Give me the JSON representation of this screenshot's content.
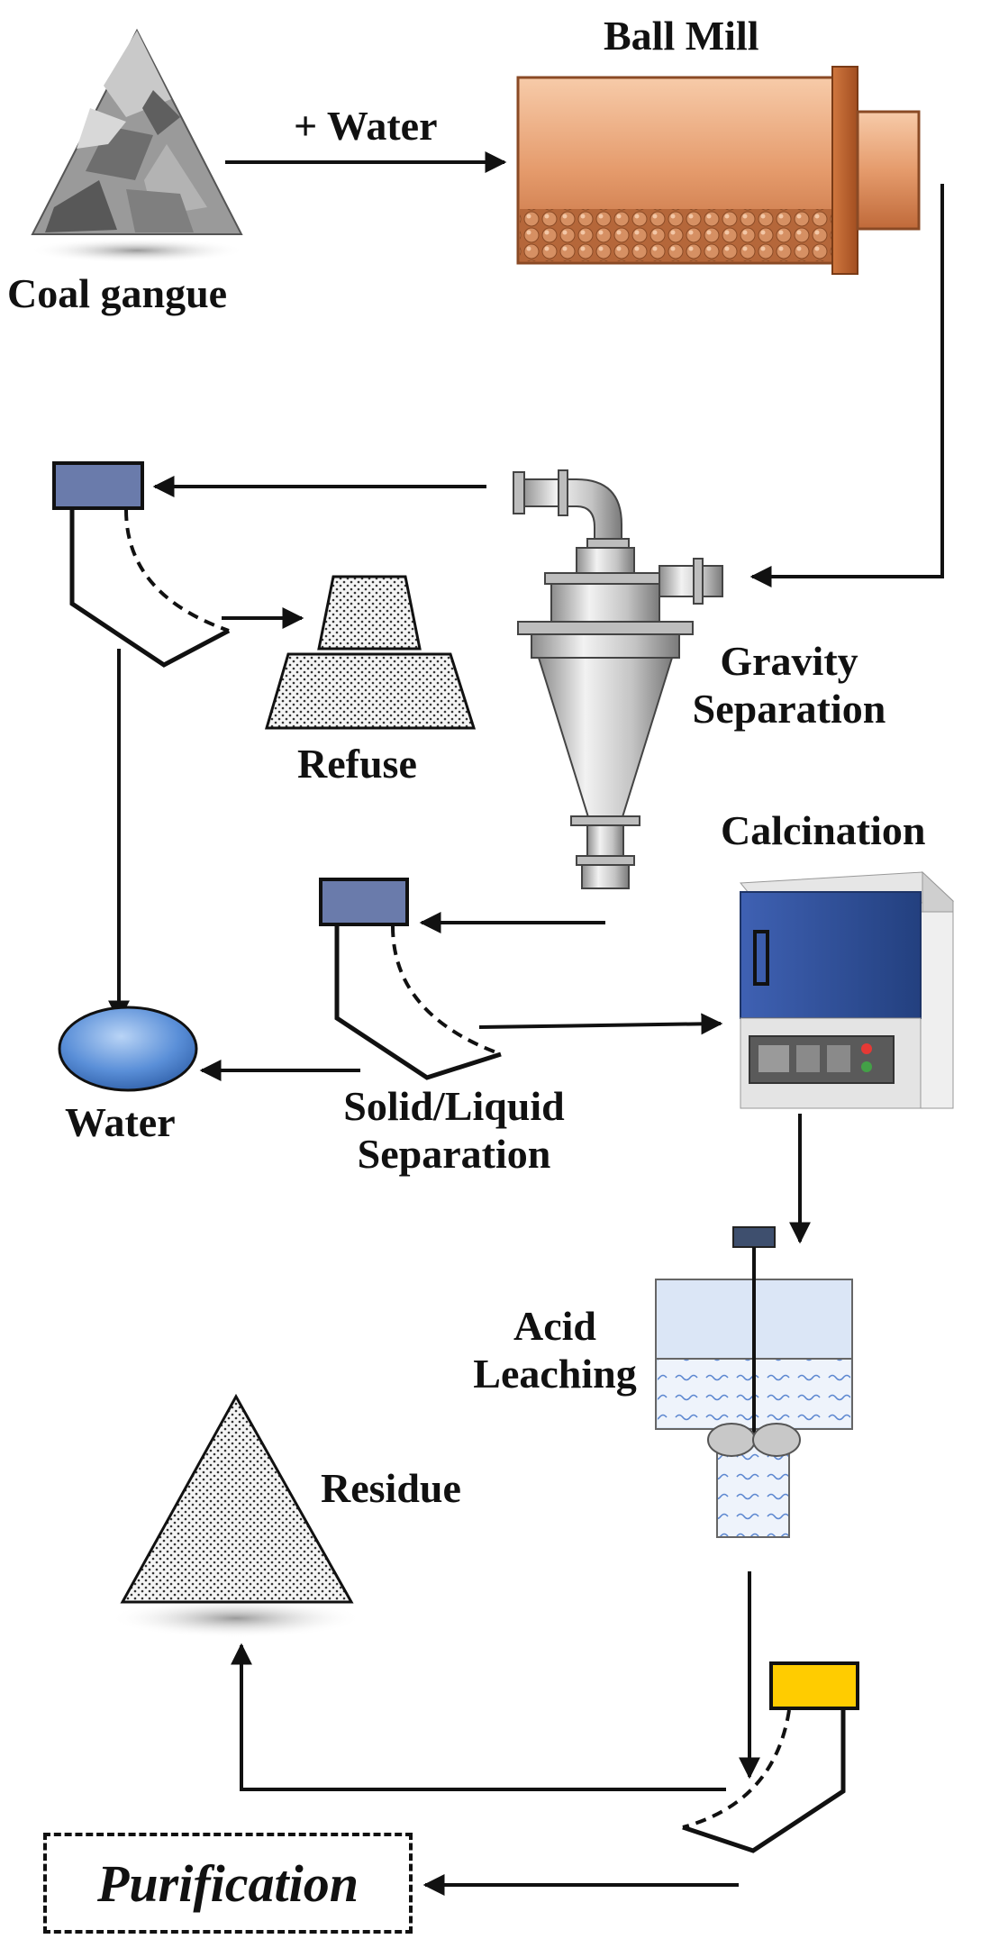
{
  "labels": {
    "coal_gangue": "Coal gangue",
    "plus_water": "+ Water",
    "ball_mill": "Ball Mill",
    "gravity_line1": "Gravity",
    "gravity_line2": "Separation",
    "refuse": "Refuse",
    "calcination": "Calcination",
    "water": "Water",
    "solid_liquid_line1": "Solid/Liquid",
    "solid_liquid_line2": "Separation",
    "acid_line1": "Acid",
    "acid_line2": "Leaching",
    "residue": "Residue",
    "purification": "Purification"
  },
  "colors": {
    "ball_mill_body": "#e9a57c",
    "filter_box": "#6a7bab",
    "filter_box_final": "#ffcc00",
    "water_drop": "#5a8fd8",
    "furnace_blue": "#2f4e9b",
    "leaching_liquid": "#e4ecfa"
  }
}
